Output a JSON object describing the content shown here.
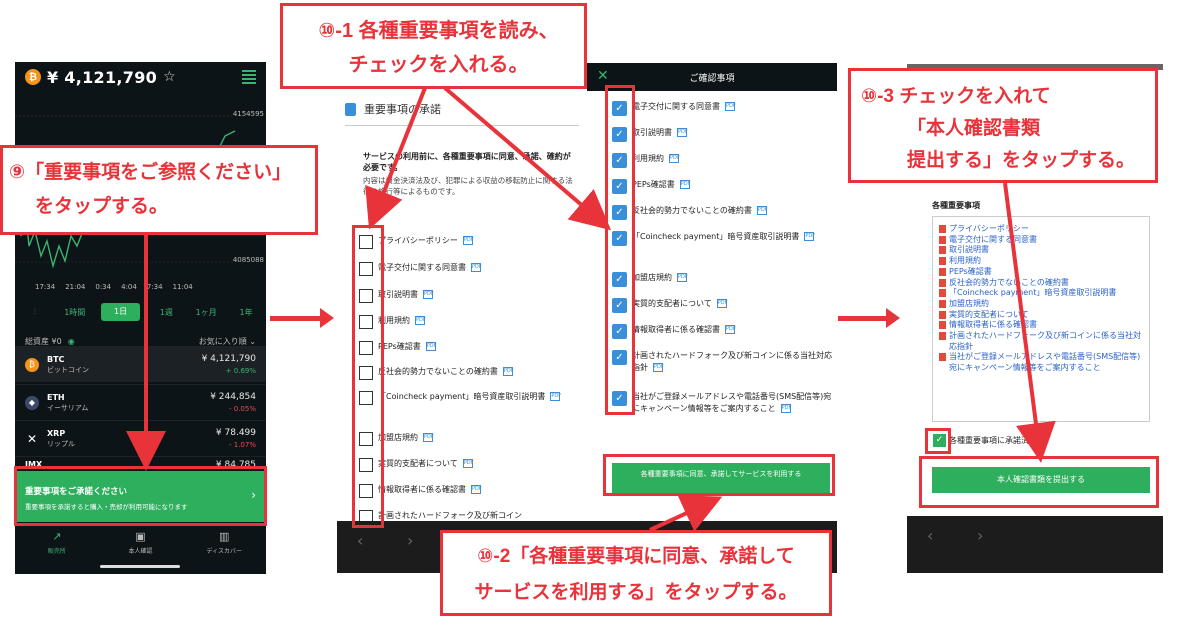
{
  "colors": {
    "accent_green": "#2eaf5e",
    "annotation_red": "#e8333a",
    "checkbox_blue": "#3b8fd9",
    "dark_bg": "#0d1418"
  },
  "phone1": {
    "price": "¥ 4,121,790",
    "star_icon": "☆",
    "y_labels": [
      "4154595",
      "4085088"
    ],
    "times": [
      "17:34",
      "21:04",
      "0:34",
      "4:04",
      "7:34",
      "11:04"
    ],
    "ranges": [
      "1時間",
      "1日",
      "1週",
      "1ヶ月",
      "1年"
    ],
    "total_assets_label": "総資産 ¥0",
    "favorites_label": "お気に入り順",
    "coins": [
      {
        "symbol": "BTC",
        "name": "ビットコイン",
        "price": "¥ 4,121,790",
        "change": "+ 0.69%",
        "change_color": "#3cb371"
      },
      {
        "symbol": "ETH",
        "name": "イーサリアム",
        "price": "¥ 244,854",
        "change": "- 0.05%",
        "change_color": "#e05050"
      },
      {
        "symbol": "XRP",
        "name": "リップル",
        "price": "¥ 78.499",
        "change": "- 1.07%",
        "change_color": "#e05050"
      },
      {
        "symbol": "IMX",
        "name": "",
        "price": "¥ 84.785",
        "change": "",
        "change_color": "#e05050"
      }
    ],
    "banner_title": "重要事項をご承諾ください",
    "banner_sub": "重要事項を承諾すると購入・売却が利用可能になります",
    "tabs": [
      "販売所",
      "本人確認",
      "ディスカバー"
    ]
  },
  "phone2": {
    "title": "重要事項の承諾",
    "lead": "サービスの利用前に、各種重要事項に同意、承諾、確約が必要です。",
    "sub": "内容は資金決済法及び、犯罪による収益の移転防止に関する法律の施行等によるものです。",
    "items": [
      "プライバシーポリシー",
      "電子交付に関する同意書",
      "取引説明書",
      "利用規約",
      "PEPs確認書",
      "反社会的勢力でないことの確約書",
      "「Coincheck payment」暗号資産取引説明書",
      "加盟店規約",
      "実質的支配者について",
      "情報取得者に係る確認書",
      "計画されたハードフォーク及び新コイン"
    ]
  },
  "phone3": {
    "header": "ご確認事項",
    "items": [
      "電子交付に関する同意書",
      "取引説明書",
      "利用規約",
      "PEPs確認書",
      "反社会的勢力でないことの確約書",
      "「Coincheck payment」暗号資産取引説明書",
      "加盟店規約",
      "実質的支配者について",
      "情報取得者に係る確認書",
      "計画されたハードフォーク及び新コインに係る当社対応指針",
      "当社がご登録メールアドレスや電話番号(SMS配信等)宛にキャンペーン情報等をご案内すること"
    ],
    "agree_button": "各種重要事項に同意、承諾してサービスを利用する"
  },
  "phone4": {
    "section_title": "各種重要事項",
    "links": [
      "プライバシーポリシー",
      "電子交付に関する同意書",
      "取引説明書",
      "利用規約",
      "PEPs確認書",
      "反社会的勢力でないことの確約書",
      "「Coincheck payment」暗号資産取引説明書",
      "加盟店規約",
      "実質的支配者について",
      "情報取得者に係る確認書",
      "計画されたハードフォーク及び新コインに係る当社対応指針",
      "当社がご登録メールアドレスや電話番号(SMS配信等)宛にキャンペーン情報等をご案内すること"
    ],
    "agree_label": "各種重要事項に承諾済み",
    "submit_button": "本人確認書類を提出する"
  },
  "annotations": {
    "step9": [
      "⑨「重要事項をご参照ください」",
      "をタップする。"
    ],
    "step10_1": [
      "⑩-1 各種重要事項を読み、",
      "チェックを入れる。"
    ],
    "step10_2": [
      "⑩-2「各種重要事項に同意、承諾して",
      "サービスを利用する」をタップする。"
    ],
    "step10_3": [
      "⑩-3 チェックを入れて",
      "「本人確認書類",
      "提出する」をタップする。"
    ]
  }
}
